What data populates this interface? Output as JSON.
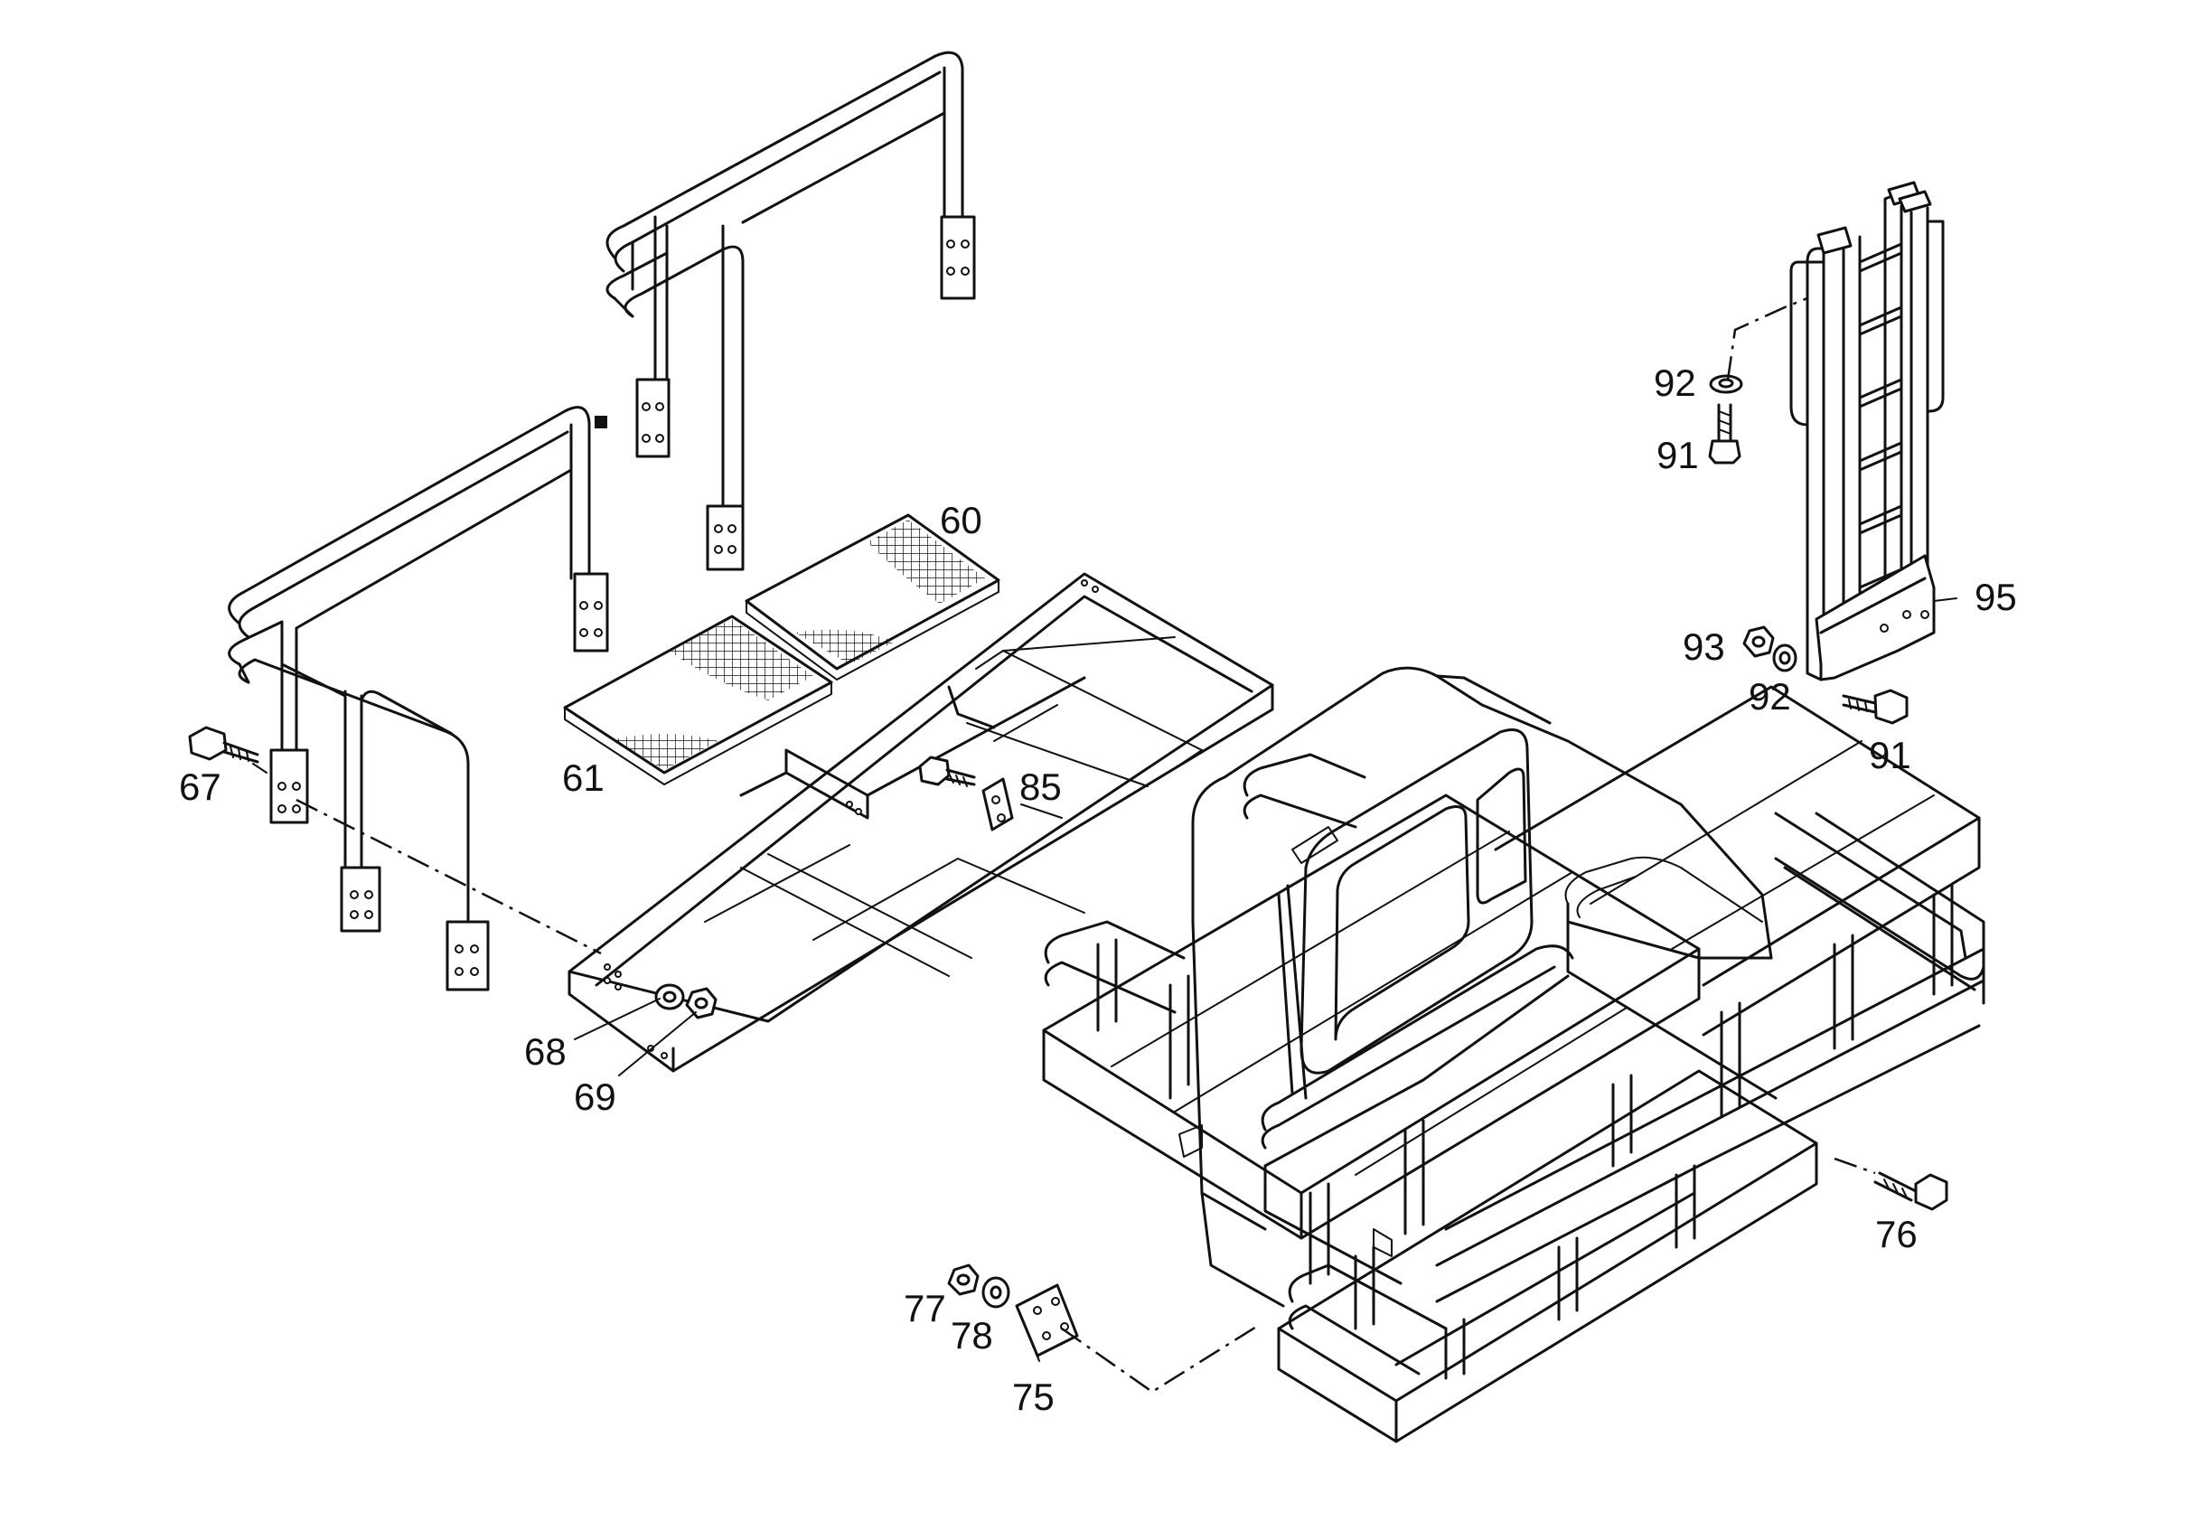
{
  "callouts": [
    {
      "id": "c60",
      "text": "60",
      "part": "grating-panel-upper"
    },
    {
      "id": "c61",
      "text": "61",
      "part": "grating-panel-lower"
    },
    {
      "id": "c67",
      "text": "67",
      "part": "railing-bolt"
    },
    {
      "id": "c68",
      "text": "68",
      "part": "washer"
    },
    {
      "id": "c69",
      "text": "69",
      "part": "nut"
    },
    {
      "id": "c75",
      "text": "75",
      "part": "mounting-plate"
    },
    {
      "id": "c76",
      "text": "76",
      "part": "platform-bolt"
    },
    {
      "id": "c77",
      "text": "77",
      "part": "plate-nut"
    },
    {
      "id": "c78",
      "text": "78",
      "part": "plate-washer"
    },
    {
      "id": "c85",
      "text": "85",
      "part": "frame-bolt-and-plate"
    },
    {
      "id": "c91a",
      "text": "91",
      "part": "ladder-bolt-upper"
    },
    {
      "id": "c91b",
      "text": "91",
      "part": "ladder-bolt-lower"
    },
    {
      "id": "c92a",
      "text": "92",
      "part": "ladder-washer-upper"
    },
    {
      "id": "c92b",
      "text": "92",
      "part": "ladder-washer-lower"
    },
    {
      "id": "c93",
      "text": "93",
      "part": "ladder-nut"
    },
    {
      "id": "c95",
      "text": "95",
      "part": "access-ladder"
    }
  ],
  "colors": {
    "ink": "#111111",
    "paper": "#ffffff"
  }
}
